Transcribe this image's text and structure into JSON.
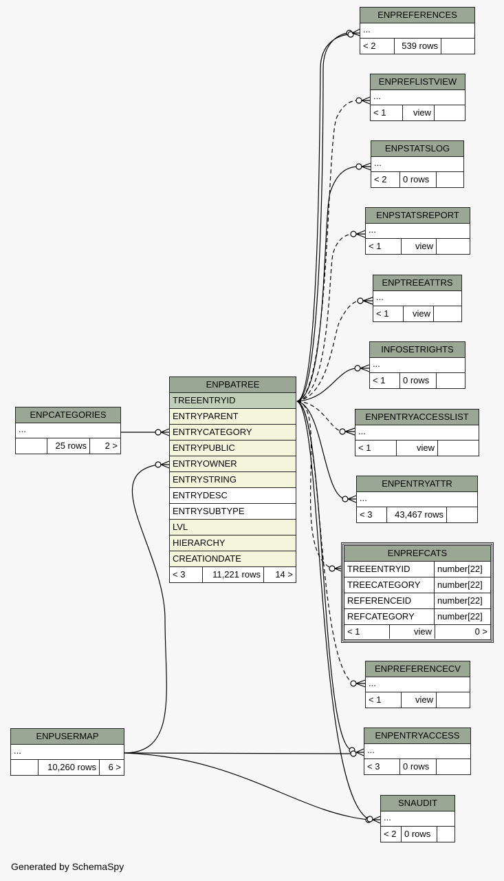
{
  "main_table": {
    "name": "ENPBATREE",
    "columns": [
      "TREEENTRYID",
      "ENTRYPARENT",
      "ENTRYCATEGORY",
      "ENTRYPUBLIC",
      "ENTRYOWNER",
      "ENTRYSTRING",
      "ENTRYDESC",
      "ENTRYSUBTYPE",
      "LVL",
      "HIERARCHY",
      "CREATIONDATE"
    ],
    "footer": {
      "parents": "< 3",
      "rows": "11,221 rows",
      "children": "14 >"
    }
  },
  "tables": {
    "enpcategories": {
      "name": "ENPCATEGORIES",
      "dots": "...",
      "f1": "",
      "f2": "25 rows",
      "f3": "2 >"
    },
    "enpusermap": {
      "name": "ENPUSERMAP",
      "dots": "...",
      "f1": "",
      "f2": "10,260 rows",
      "f3": "6 >"
    },
    "enpreferences": {
      "name": "ENPREFERENCES",
      "dots": "...",
      "f1": "< 2",
      "f2": "539 rows",
      "f3": ""
    },
    "enpreflistview": {
      "name": "ENPREFLISTVIEW",
      "dots": "...",
      "f1": "< 1",
      "f2": "view",
      "f3": ""
    },
    "enpstatslog": {
      "name": "ENPSTATSLOG",
      "dots": "...",
      "f1": "< 2",
      "f2": "0 rows",
      "f3": ""
    },
    "enpstatsreport": {
      "name": "ENPSTATSREPORT",
      "dots": "...",
      "f1": "< 1",
      "f2": "view",
      "f3": ""
    },
    "enptreeattrs": {
      "name": "ENPTREEATTRS",
      "dots": "...",
      "f1": "< 1",
      "f2": "view",
      "f3": ""
    },
    "infosetrights": {
      "name": "INFOSETRIGHTS",
      "dots": "...",
      "f1": "< 1",
      "f2": "0 rows",
      "f3": ""
    },
    "enpentryaccesslist": {
      "name": "ENPENTRYACCESSLIST",
      "dots": "...",
      "f1": "< 1",
      "f2": "view",
      "f3": ""
    },
    "enpentryattr": {
      "name": "ENPENTRYATTR",
      "dots": "...",
      "f1": "< 3",
      "f2": "43,467 rows",
      "f3": ""
    },
    "enpreferencecv": {
      "name": "ENPREFERENCECV",
      "dots": "...",
      "f1": "< 1",
      "f2": "view",
      "f3": ""
    },
    "enpentryaccess": {
      "name": "ENPENTRYACCESS",
      "dots": "...",
      "f1": "< 3",
      "f2": "0 rows",
      "f3": ""
    },
    "snaudit": {
      "name": "SNAUDIT",
      "dots": "...",
      "f1": "< 2",
      "f2": "0 rows",
      "f3": ""
    }
  },
  "enprefcats": {
    "name": "ENPREFCATS",
    "columns": [
      {
        "name": "TREEENTRYID",
        "type": "number[22]"
      },
      {
        "name": "TREECATEGORY",
        "type": "number[22]"
      },
      {
        "name": "REFERENCEID",
        "type": "number[22]"
      },
      {
        "name": "REFCATEGORY",
        "type": "number[22]"
      }
    ],
    "footer": {
      "parents": "< 1",
      "rows": "view",
      "children": "0 >"
    }
  },
  "generated_by": "Generated by SchemaSpy",
  "colors": {
    "header": "#9aa794",
    "pk_row": "#bfcfb8",
    "fk_row": "#f4f6dc",
    "background": "#f7f7f7"
  }
}
